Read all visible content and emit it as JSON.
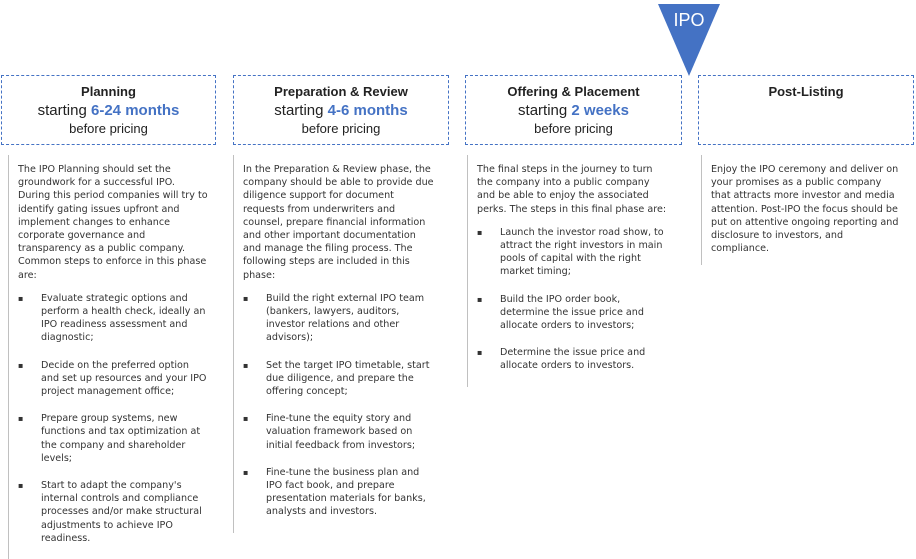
{
  "marker": {
    "label": "IPO",
    "color": "#4472c4"
  },
  "accent_color": "#4472c4",
  "phases": [
    {
      "title": "Planning",
      "start_prefix": "starting",
      "duration": "6-24 months",
      "pricing": "before pricing",
      "intro": "The IPO Planning should set the groundwork for a successful IPO. During this period companies will try to identify gating issues upfront and implement changes to enhance corporate governance and transparency as a public company. Common steps to enforce in this phase are:",
      "bullets": [
        "Evaluate strategic options and perform a health check, ideally an IPO readiness assessment and diagnostic;",
        "Decide on the preferred option and set up resources and your IPO project management office;",
        "Prepare group systems, new functions and tax optimization at the company and shareholder levels;",
        "Start to adapt the company's internal controls and compliance processes and/or make structural adjustments to achieve IPO readiness."
      ]
    },
    {
      "title": "Preparation & Review",
      "start_prefix": "starting",
      "duration": "4-6 months",
      "pricing": "before pricing",
      "intro": "In the Preparation & Review phase, the company should be able to provide due diligence support for document requests from underwriters and counsel, prepare financial information and other important documentation and manage the filing process. The following steps are included in this phase:",
      "bullets": [
        "Build the right external IPO team (bankers, lawyers, auditors, investor relations and other advisors);",
        "Set the target IPO timetable, start due diligence, and prepare the offering concept;",
        "Fine-tune the equity story and valuation framework based on initial feedback from investors;",
        "Fine-tune the business plan and IPO fact book, and prepare presentation materials for banks, analysts and investors."
      ]
    },
    {
      "title": "Offering & Placement",
      "start_prefix": "starting",
      "duration": "2 weeks",
      "pricing": "before pricing",
      "intro": "The final steps in the journey to turn the company into a public company and be able to enjoy the associated perks. The steps in this final phase are:",
      "bullets": [
        "Launch the investor road show, to attract the right investors in main pools of capital with the right market timing;",
        "Build the IPO order book, determine the issue price and allocate orders to investors;",
        "Determine the issue price and allocate orders to investors."
      ]
    },
    {
      "title": "Post-Listing",
      "intro": "Enjoy the IPO ceremony and deliver on your promises as a public company that attracts more investor and media attention. Post-IPO the focus should be put on attentive ongoing reporting and disclosure to investors, and compliance.",
      "bullets": []
    }
  ]
}
